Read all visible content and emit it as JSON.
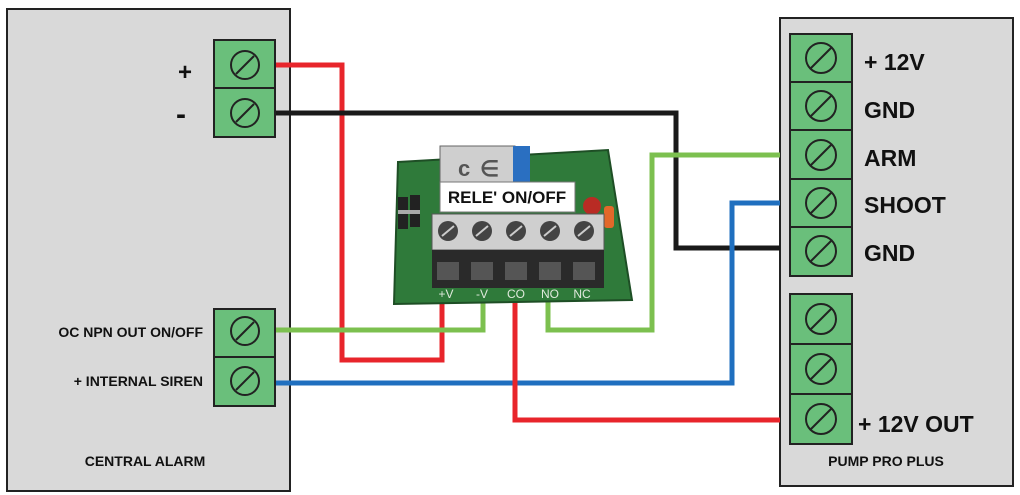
{
  "central_alarm": {
    "title": "CENTRAL ALARM",
    "terminals": {
      "plus": "+",
      "minus": "-",
      "oc_npn": "OC NPN OUT ON/OFF",
      "siren": "+ INTERNAL SIREN"
    }
  },
  "relay": {
    "label": "RELE' ON/OFF",
    "pins": [
      "+V",
      "-V",
      "CO",
      "NO",
      "NC"
    ]
  },
  "pump": {
    "title": "PUMP PRO PLUS",
    "terminals": [
      "+ 12V",
      "GND",
      "ARM",
      "SHOOT",
      "GND",
      "",
      "",
      "+ 12V OUT"
    ]
  },
  "colors": {
    "red_wire": "#e8252b",
    "black_wire": "#1a1a1a",
    "green_wire": "#7cc04f",
    "blue_wire": "#1f6fbf",
    "panel": "#d9d9d9",
    "terminal": "#6abf7b"
  }
}
